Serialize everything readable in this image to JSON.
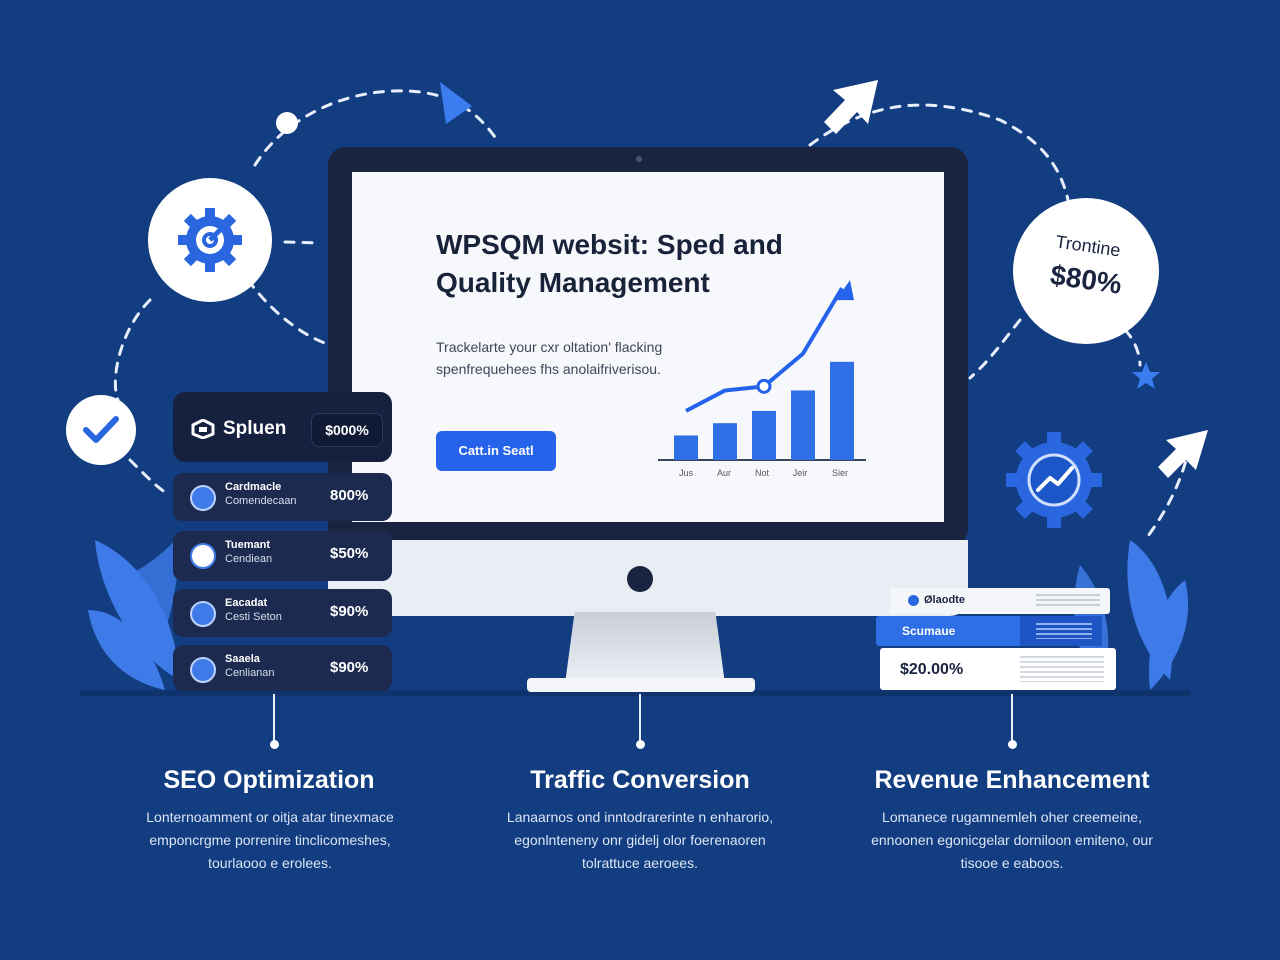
{
  "colors": {
    "background": "#123d80",
    "accent": "#2563eb",
    "panel_dark": "#1a2440",
    "text_light": "#ffffff"
  },
  "screen": {
    "title": "WPSQM websit: Sped and Quality Management",
    "description": "Trackelarte your cxr oltation' flacking spenfrequehees fhs anolaifriverisou.",
    "cta_label": "Catt.in Seatl",
    "months": [
      "Jus",
      "Aur",
      "Not",
      "Jeir",
      "Sier"
    ]
  },
  "chart_data": {
    "type": "bar",
    "categories": [
      "Jus",
      "Aur",
      "Not",
      "Jeir",
      "Sier"
    ],
    "values": [
      30,
      45,
      60,
      85,
      120
    ],
    "trend_values": [
      60,
      85,
      90,
      130,
      210
    ],
    "xlabel": "",
    "ylabel": ""
  },
  "side_stack": {
    "head_title": "Spluen",
    "head_value": "$000%",
    "rows": [
      {
        "line1": "Cardmacle",
        "line2": "Comendecaan",
        "value": "800%",
        "icon": "shield-icon"
      },
      {
        "line1": "Tuemant",
        "line2": "Cendiean",
        "value": "$50%",
        "icon": "target-icon"
      },
      {
        "line1": "Eacadat",
        "line2": "Cesti Seton",
        "value": "$90%",
        "icon": "cloud-icon"
      },
      {
        "line1": "Saaela",
        "line2": "Cenlianan",
        "value": "$90%",
        "icon": "lock-icon"
      }
    ]
  },
  "right_cards": {
    "card1_label": "Ølaodte",
    "card2_label": "Scumaue",
    "card3_value": "$20.00%"
  },
  "badge": {
    "line1": "Trontine",
    "line2": "$80%"
  },
  "columns": [
    {
      "title": "SEO Optimization",
      "body": "Lonternoamment or oitja atar tinexmace emponcrgme porrenire tinclicomeshes, tourlaooo e erolees."
    },
    {
      "title": "Traffic Conversion",
      "body": "Lanaarnos ond inntodrarerinte n enharorio, egonlnteneny onr gidelj olor foerenaoren tolrattuce aeroees."
    },
    {
      "title": "Revenue Enhancement",
      "body": "Lomanece rugamnemleh oher creemeine, ennoonen egonicgelar dorniloon emiteno, our tisooe e eaboos."
    }
  ]
}
